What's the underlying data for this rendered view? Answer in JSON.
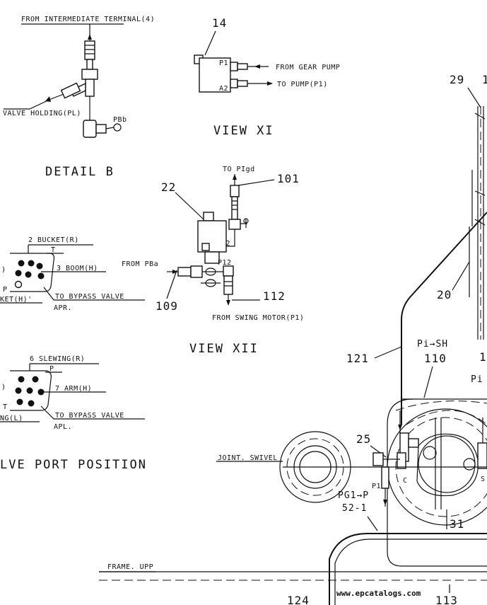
{
  "detail_b": {
    "from_intermediate": "FROM INTERMEDIATE TERMINAL(4)",
    "valve_holding": "VALVE HOLDING(PL)",
    "pbb": "PBb",
    "title": "DETAIL B"
  },
  "view_xi": {
    "ref_14": "14",
    "p1": "P1",
    "a2": "A2",
    "from_gear_pump": "FROM GEAR PUMP",
    "to_pump": "TO PUMP(P1)",
    "title": "VIEW XI"
  },
  "view_xii": {
    "to_pigd": "TO PIgd",
    "ref_101": "101",
    "ref_22": "22",
    "p2": "P2",
    "from_pba": "FROM PBa",
    "p12": "P12",
    "ref_109": "109",
    "ref_112": "112",
    "from_swing_motor": "FROM SWING MOTOR(P1)",
    "title": "VIEW XII"
  },
  "port_top": {
    "bucket_r": "2 BUCKET(R)",
    "t": "T",
    "boom_h": "3 BOOM(H)",
    "p": "P",
    "bucket_h": "KET(H)'",
    "to_bypass": "TO BYPASS VALVE",
    "apr": "APR.",
    "paren": ")"
  },
  "port_bottom": {
    "slewing_r": "6 SLEWING(R)",
    "p": "P",
    "arm_h": "7 ARM(H)",
    "t": "T",
    "slewing_l": "NG(L)",
    "to_bypass": "TO BYPASS VALVE",
    "apl": "APL.",
    "paren": ")"
  },
  "port_position_title": "LVE PORT POSITION",
  "main": {
    "ref_29": "29",
    "ref_1a": "1",
    "ref_20": "20",
    "ref_121": "121",
    "pi_sh": "Pi→SH",
    "ref_110": "110",
    "ref_1b": "1",
    "pi_cut": "Pi",
    "ref_25": "25",
    "joint_swivel": "JOINT. SWIVEL",
    "pg1_p": "PG1→P",
    "ref_52_1": "52-1",
    "p1": "P1",
    "c": "C",
    "s": "S",
    "ref_31": "31",
    "frame_upp": "FRAME. UPP",
    "ref_124": "124",
    "ref_113": "113"
  },
  "watermark": "www.epcatalogs.com"
}
